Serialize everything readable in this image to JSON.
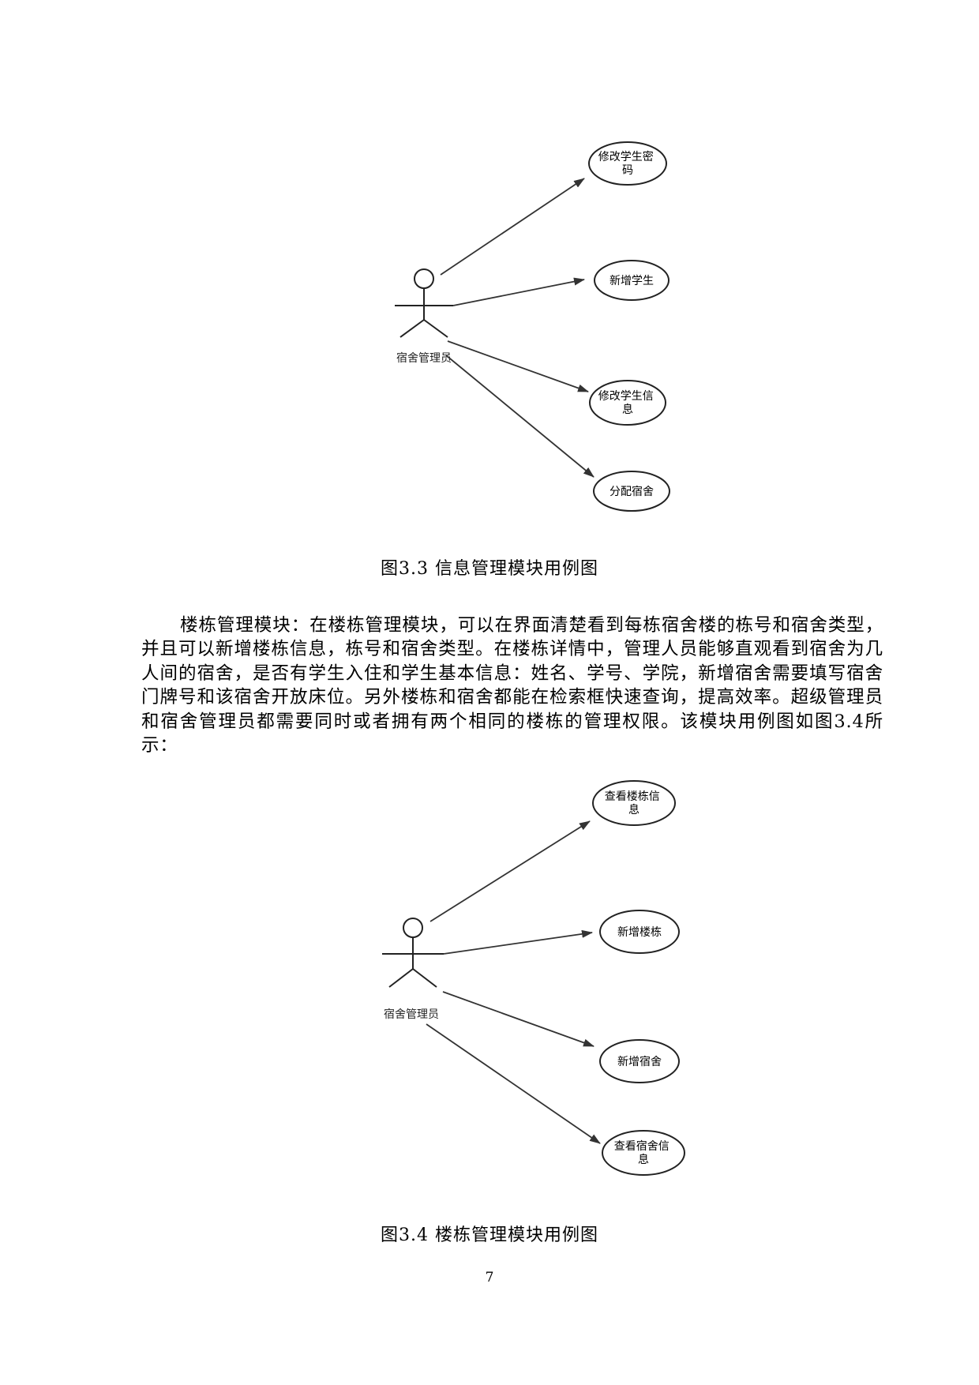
{
  "figure1": {
    "actor_label": "宿舍管理员",
    "use_cases": [
      {
        "lines": [
          "修改学生密",
          "码"
        ]
      },
      {
        "lines": [
          "新增学生"
        ]
      },
      {
        "lines": [
          "修改学生信",
          "息"
        ]
      },
      {
        "lines": [
          "分配宿舍"
        ]
      }
    ],
    "caption": "图3.3 信息管理模块用例图"
  },
  "paragraph": "楼栋管理模块：在楼栋管理模块，可以在界面清楚看到每栋宿舍楼的栋号和宿舍类型，并且可以新增楼栋信息，栋号和宿舍类型。在楼栋详情中，管理人员能够直观看到宿舍为几人间的宿舍，是否有学生入住和学生基本信息：姓名、学号、学院，新增宿舍需要填写宿舍门牌号和该宿舍开放床位。另外楼栋和宿舍都能在检索框快速查询，提高效率。超级管理员和宿舍管理员都需要同时或者拥有两个相同的楼栋的管理权限。该模块用例图如图3.4所示：",
  "figure2": {
    "actor_label": "宿舍管理员",
    "use_cases": [
      {
        "lines": [
          "查看楼栋信",
          "息"
        ]
      },
      {
        "lines": [
          "新增楼栋"
        ]
      },
      {
        "lines": [
          "新增宿舍"
        ]
      },
      {
        "lines": [
          "查看宿舍信",
          "息"
        ]
      }
    ],
    "caption": "图3.4 楼栋管理模块用例图"
  },
  "page_number": "7"
}
